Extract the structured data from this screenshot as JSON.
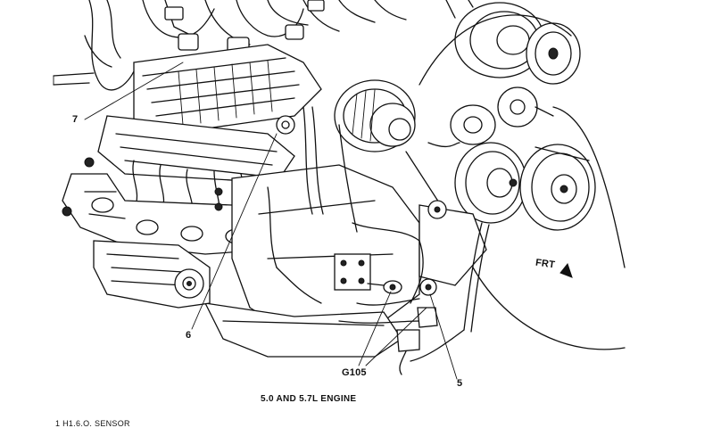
{
  "figure": {
    "caption": "5.0 AND 5.7L ENGINE",
    "footer_text": "1  H1.6.O. SENSOR",
    "front_marker": "FRT"
  },
  "callouts": {
    "c7": "7",
    "c6": "6",
    "g105": "G105",
    "c5": "5"
  },
  "components": [
    "intake-manifold",
    "valve-cover",
    "alternator",
    "water-pump-pulley",
    "crankshaft-pulley",
    "starter-motor",
    "exhaust-manifold",
    "oil-pan",
    "wiring-harness",
    "ground-g105",
    "oxygen-sensor"
  ]
}
